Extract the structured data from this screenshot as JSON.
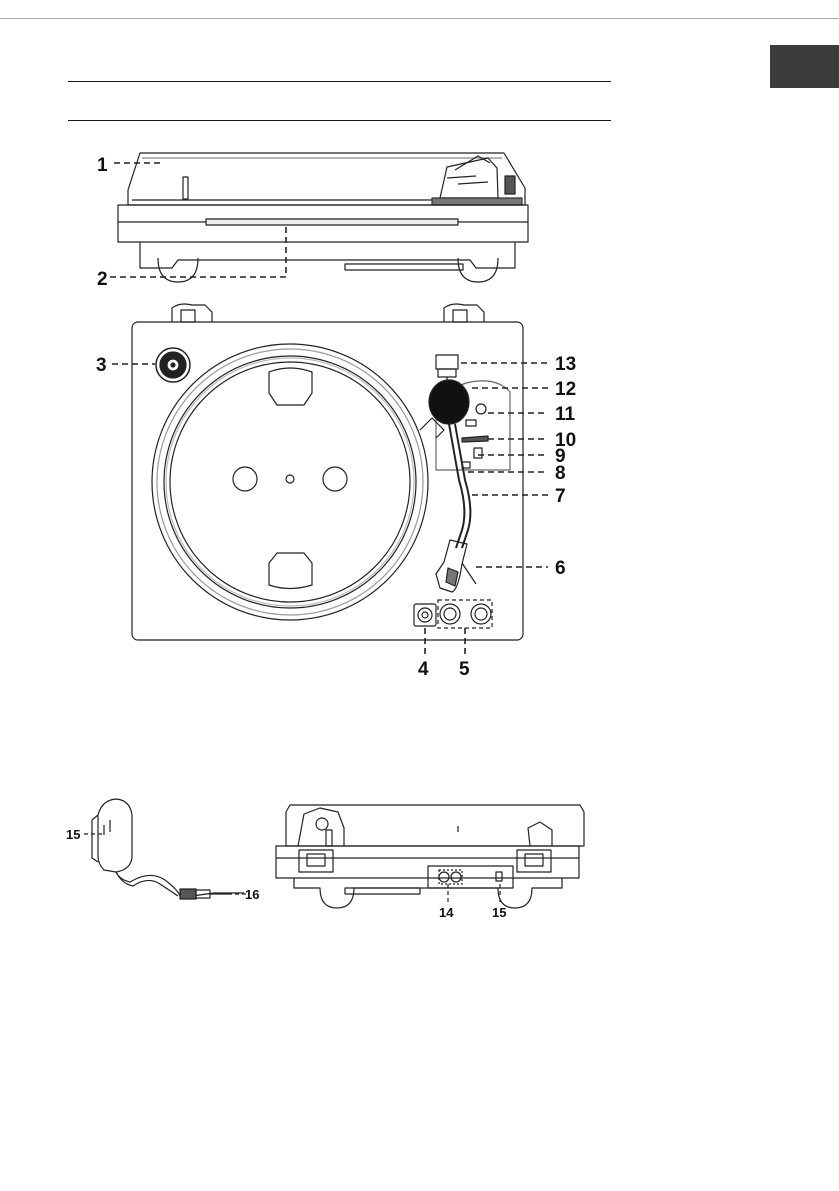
{
  "labels": {
    "c1": "1",
    "c2": "2",
    "c3": "3",
    "c4": "4",
    "c5": "5",
    "c6": "6",
    "c7": "7",
    "c8": "8",
    "c9": "9",
    "c10": "10",
    "c11": "11",
    "c12": "12",
    "c13": "13",
    "r14": "14",
    "r15": "15",
    "a15": "15",
    "a16": "16"
  }
}
